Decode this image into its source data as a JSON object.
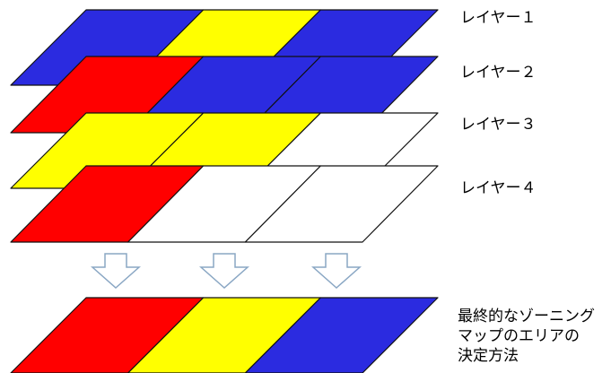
{
  "colors": {
    "red": "#ff0000",
    "yellow": "#ffff00",
    "blue": "#2b2be0",
    "white": "#ffffff",
    "outline": "#111111",
    "arrow": "#8aa7c4"
  },
  "layers": [
    {
      "label": "レイヤー１",
      "cells": [
        "blue",
        "yellow",
        "blue"
      ]
    },
    {
      "label": "レイヤー２",
      "cells": [
        "red",
        "blue",
        "blue"
      ]
    },
    {
      "label": "レイヤー３",
      "cells": [
        "yellow",
        "yellow",
        "white"
      ]
    },
    {
      "label": "レイヤー４",
      "cells": [
        "red",
        "white",
        "white"
      ]
    }
  ],
  "result": {
    "cells": [
      "red",
      "yellow",
      "blue"
    ],
    "label_lines": [
      "最終的なゾーニング",
      "マップのエリアの",
      "決定方法"
    ]
  },
  "arrows": {
    "count": 3,
    "icon": "down-arrow-outline-icon"
  }
}
